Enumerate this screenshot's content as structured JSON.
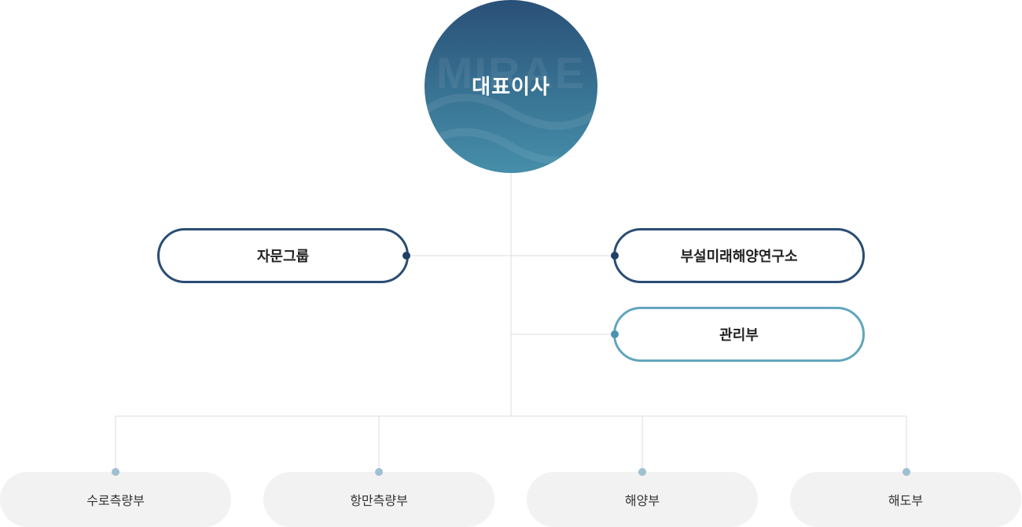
{
  "ceo": {
    "label": "대표이사",
    "watermark": "MIRAE"
  },
  "advisory": {
    "label": "자문그룹"
  },
  "institute": {
    "label": "부설미래해양연구소"
  },
  "management": {
    "label": "관리부"
  },
  "departments": [
    {
      "label": "수로측량부"
    },
    {
      "label": "항만측량부"
    },
    {
      "label": "해양부"
    },
    {
      "label": "해도부"
    }
  ],
  "colors": {
    "primary_navy": "#2a4d74",
    "secondary_teal": "#62a6bc",
    "connector_grey": "#dcdcdc",
    "department_bg": "#f2f2f2"
  }
}
